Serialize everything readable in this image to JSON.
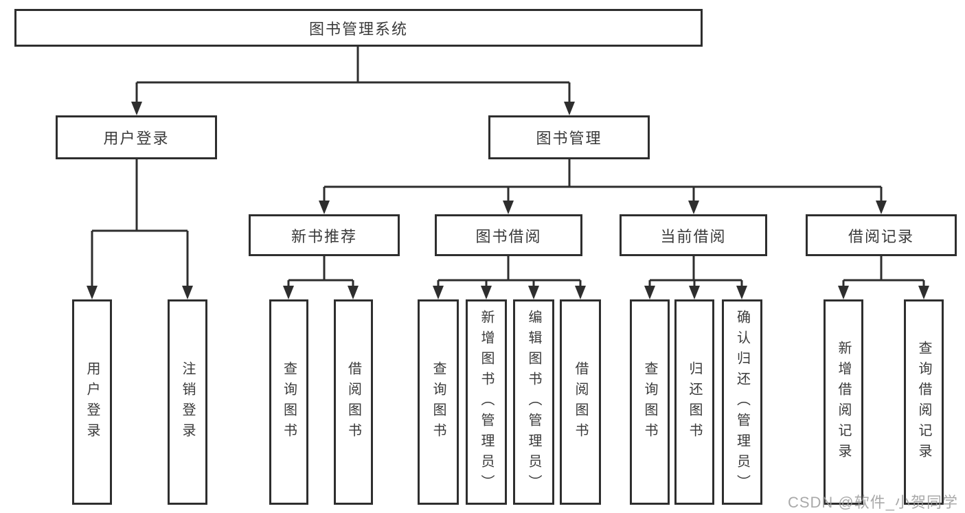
{
  "diagram": {
    "root": {
      "label": "图书管理系统"
    },
    "level2": [
      {
        "label": "用户登录"
      },
      {
        "label": "图书管理"
      }
    ],
    "level3": [
      {
        "label": "新书推荐"
      },
      {
        "label": "图书借阅"
      },
      {
        "label": "当前借阅"
      },
      {
        "label": "借阅记录"
      }
    ],
    "leaves_user_login": [
      "用户登录",
      "注销登录"
    ],
    "leaves_new_book": [
      "查询图书",
      "借阅图书"
    ],
    "leaves_book_borrow": [
      "查询图书",
      "新增图书（管理员）",
      "编辑图书（管理员）",
      "借阅图书"
    ],
    "leaves_current_borrow": [
      "查询图书",
      "归还图书",
      "确认归还（管理员）"
    ],
    "leaves_borrow_record": [
      "新增借阅记录",
      "查询借阅记录"
    ]
  },
  "watermark": {
    "text": "CSDN @软件_小贺同学"
  },
  "colors": {
    "line": "#2e2e2e",
    "text": "#3a3a3a",
    "watermark": "#9b9b9b",
    "background": "#ffffff"
  }
}
